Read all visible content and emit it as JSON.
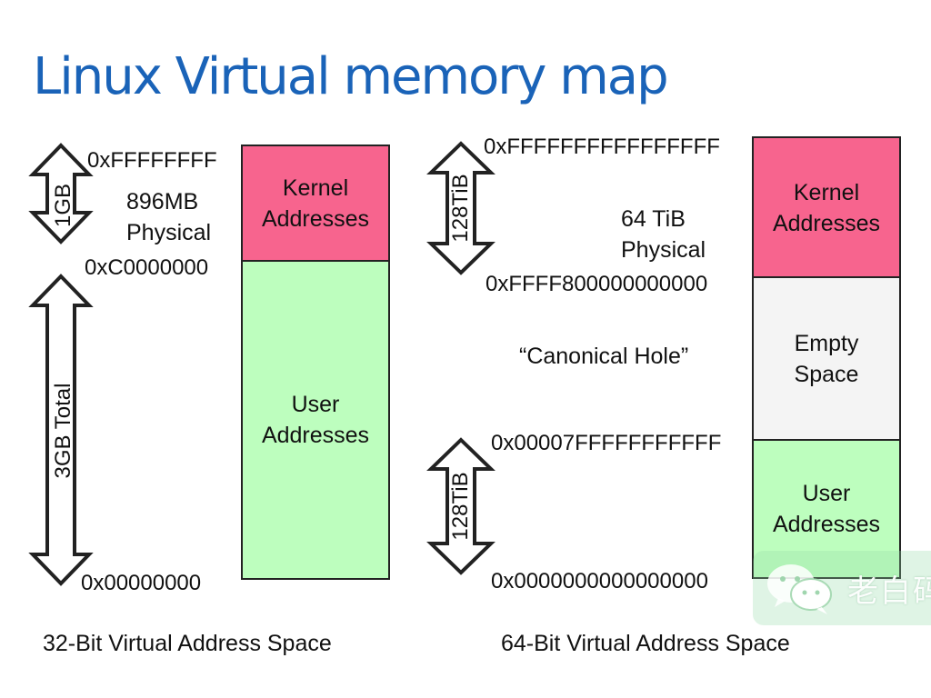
{
  "title": "Linux Virtual memory map",
  "left": {
    "caption": "32-Bit Virtual Address Space",
    "addr_top": "0xFFFFFFFF",
    "addr_mid": "0xC0000000",
    "addr_bottom": "0x00000000",
    "size_top": "1GB",
    "size_bottom": "3GB Total",
    "note_line1": "896MB",
    "note_line2": "Physical",
    "kernel_line1": "Kernel",
    "kernel_line2": "Addresses",
    "user_line1": "User",
    "user_line2": "Addresses"
  },
  "right": {
    "caption": "64-Bit Virtual Address Space",
    "addr_top": "0xFFFFFFFFFFFFFFFF",
    "addr_kernel_start": "0xFFFF800000000000",
    "addr_user_end": "0x00007FFFFFFFFFFF",
    "addr_bottom": "0x0000000000000000",
    "size_top": "128TiB",
    "size_bottom": "128TiB",
    "note_line1": "64 TiB",
    "note_line2": "Physical",
    "hole_label": "“Canonical Hole”",
    "kernel_line1": "Kernel",
    "kernel_line2": "Addresses",
    "empty_line1": "Empty",
    "empty_line2": "Space",
    "user_line1": "User",
    "user_line2": "Addresses"
  },
  "watermark": {
    "text": "老白码",
    "icon": "wechat-icon"
  },
  "colors": {
    "kernel": "#f7648e",
    "user": "#bdfebe",
    "empty": "#f4f4f4",
    "title": "#1a63b8"
  }
}
